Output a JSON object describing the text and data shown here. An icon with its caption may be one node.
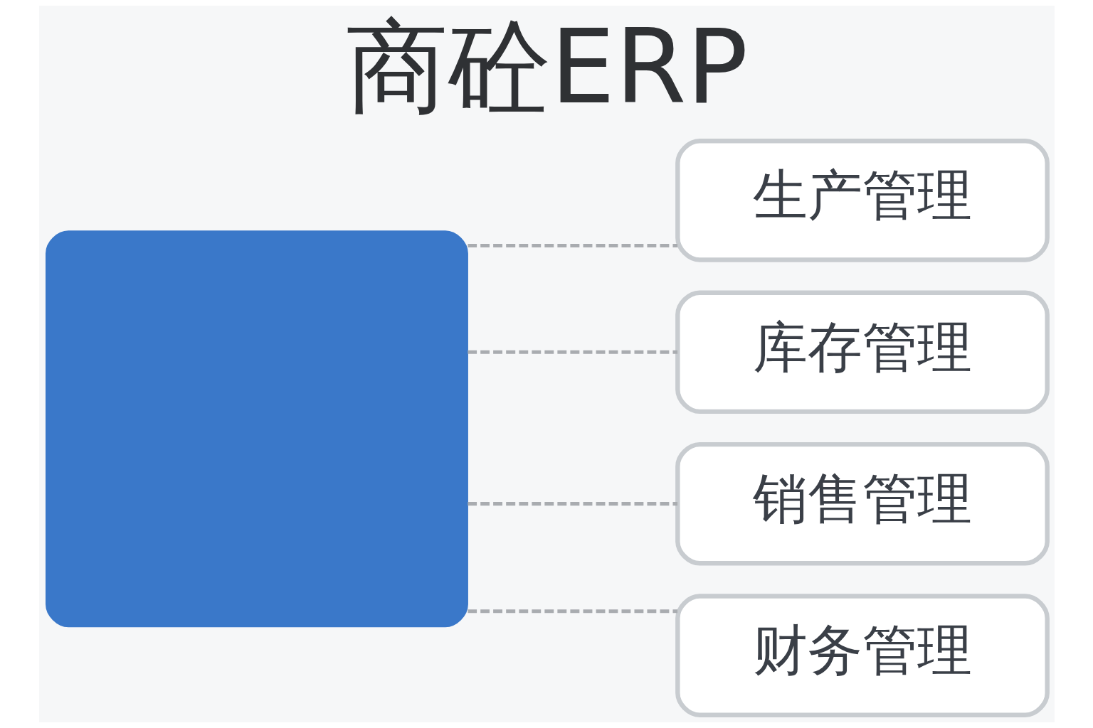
{
  "diagram": {
    "title": "商砼ERP",
    "nodes": [
      {
        "text": [],
        "shape": "box"
      },
      {
        "text": [
          "生产管理"
        ]
      },
      {
        "text": [
          "库存管理"
        ]
      },
      {
        "text": [
          "销售管理"
        ]
      },
      {
        "text": [
          "财务管理"
        ]
      }
    ],
    "edges": [
      {
        "from": 0,
        "to": 1,
        "arrow": "none",
        "style": "dashed"
      },
      {
        "from": 0,
        "to": 2,
        "arrow": "none",
        "style": "dashed"
      },
      {
        "from": 0,
        "to": 3,
        "arrow": "none",
        "style": "dashed"
      },
      {
        "from": 0,
        "to": 4,
        "arrow": "none",
        "style": "dashed"
      }
    ]
  }
}
